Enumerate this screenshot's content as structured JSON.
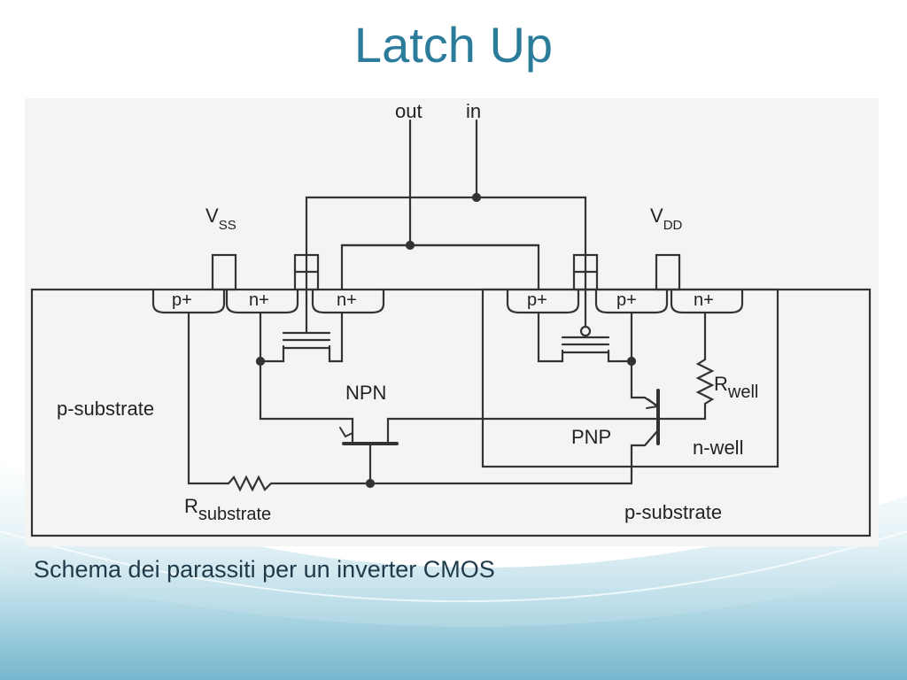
{
  "slide": {
    "title": "Latch Up",
    "caption": "Schema dei parassiti per un inverter CMOS",
    "accent_color": "#2b7b9b"
  },
  "diagram": {
    "labels": {
      "out": "out",
      "in": "in",
      "vss_main": "V",
      "vss_sub": "SS",
      "vdd_main": "V",
      "vdd_sub": "DD",
      "p_plus_1": "p+",
      "n_plus_1": "n+",
      "n_plus_2": "n+",
      "p_plus_2": "p+",
      "p_plus_3": "p+",
      "n_plus_3": "n+",
      "npn": "NPN",
      "pnp": "PNP",
      "rwell_main": "R",
      "rwell_sub": "well",
      "nwell": "n-well",
      "psub_left": "p-substrate",
      "psub_right": "p-substrate",
      "rsub_main": "R",
      "rsub_sub": "substrate"
    }
  }
}
